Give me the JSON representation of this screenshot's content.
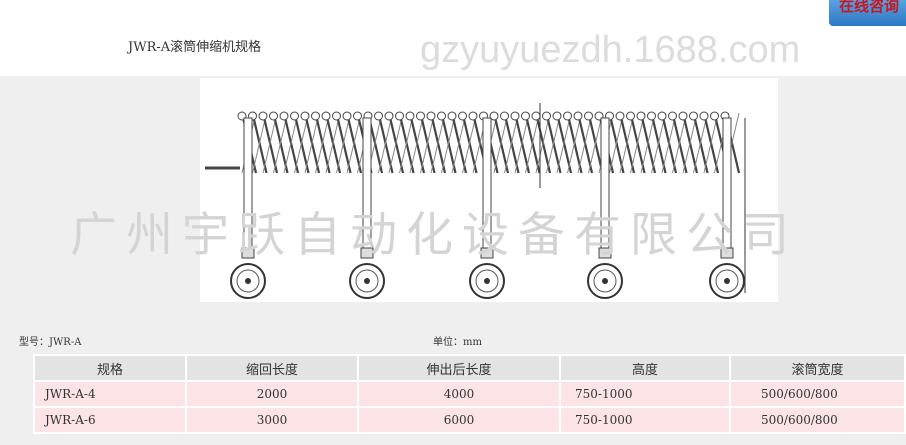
{
  "title": "JWR-A滚筒伸缩机规格",
  "consult_button": "在线咨询",
  "watermark": "广州宇跃自动化设备有限公司",
  "watermark_url": "gzyuyuezdh.1688.com",
  "model_label": "型号：JWR-A",
  "unit_label": "单位：mm",
  "table": {
    "headers": [
      "规格",
      "缩回长度",
      "伸出后长度",
      "高度",
      "滚筒宽度"
    ],
    "rows": [
      [
        "JWR-A-4",
        "2000",
        "4000",
        "750-1000",
        "500/600/800"
      ],
      [
        "JWR-A-6",
        "3000",
        "6000",
        "750-1000",
        "500/600/800"
      ]
    ]
  }
}
